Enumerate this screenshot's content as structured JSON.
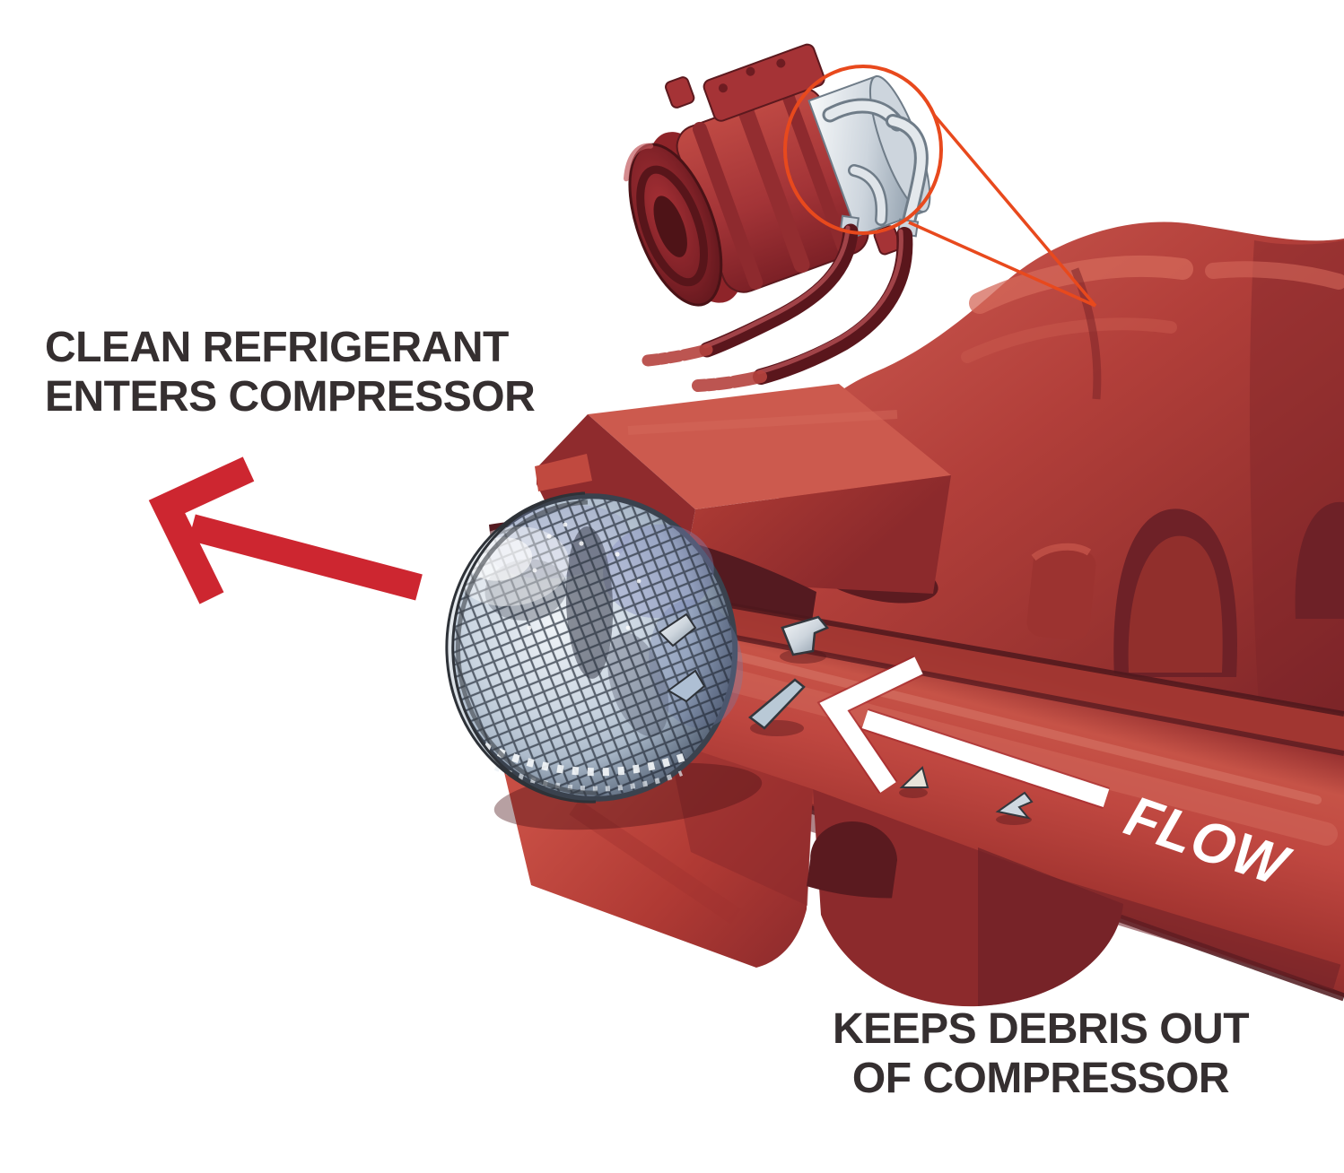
{
  "labels": {
    "clean_refrigerant": {
      "line1": "CLEAN REFRIGERANT",
      "line2": "ENTERS COMPRESSOR"
    },
    "keeps_debris": {
      "line1": "KEEPS DEBRIS OUT",
      "line2": "OF COMPRESSOR"
    },
    "flow": "FLOW"
  },
  "colors": {
    "background": "#ffffff",
    "label_text": "#352f30",
    "red_arrow": "#cd2630",
    "flow_arrow": "#ffffff",
    "flow_text": "#ffffff",
    "callout_outline": "#e8491d",
    "compressor_red": "#b43c36",
    "compressor_red_light": "#d4685a",
    "compressor_red_dark": "#7f2629",
    "shadow_maroon": "#5c1f26",
    "hose_dark_red": "#5a161c",
    "screen_mesh_light": "#dfe7ef",
    "screen_mesh_dark": "#2b333f",
    "metal_silver": "#c3ccd5"
  },
  "components": {
    "small_compressor": "ac-compressor-with-clutch-pulley",
    "callout": "suction-port-callout-circle",
    "cutaway_body": "compressor-body-cutaway",
    "suction_tube": "suction-tube-cross-section",
    "filter_screen": "dome-inlet-filter-screen",
    "debris": "metal-debris-shards",
    "red_arrow": "clean-refrigerant-direction-arrow",
    "flow_arrow": "refrigerant-flow-arrow"
  }
}
